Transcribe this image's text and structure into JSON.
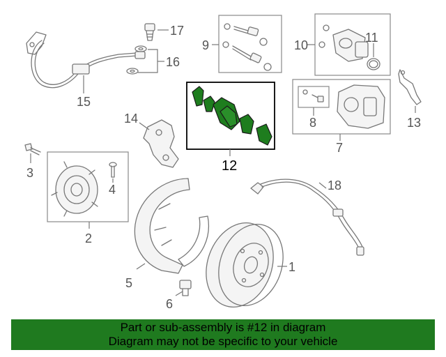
{
  "colors": {
    "highlight": "#1e7d1e",
    "banner": "#1f7a1f",
    "line": "#777777"
  },
  "callouts": {
    "c1": "1",
    "c2": "2",
    "c3": "3",
    "c4": "4",
    "c5": "5",
    "c6": "6",
    "c7": "7",
    "c8": "8",
    "c9": "9",
    "c10": "10",
    "c11": "11",
    "c12": "12",
    "c13": "13",
    "c14": "14",
    "c15": "15",
    "c16": "16",
    "c17": "17",
    "c18": "18"
  },
  "banner": {
    "line1": "Part or sub-assembly is #12 in diagram",
    "line2": "Diagram may not be specific to your vehicle"
  }
}
